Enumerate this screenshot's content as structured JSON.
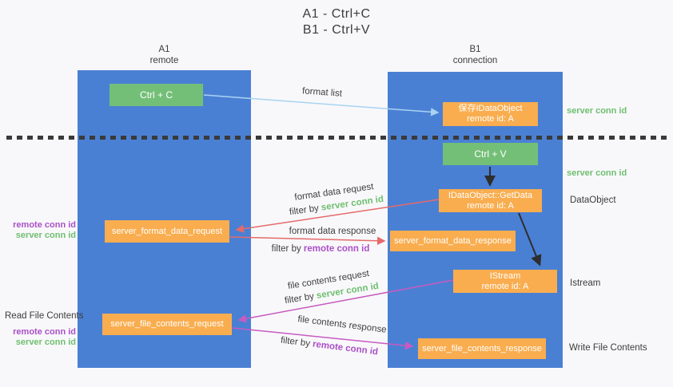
{
  "title": {
    "line1": "A1 - Ctrl+C",
    "line2": "B1 - Ctrl+V"
  },
  "lanes": {
    "left": {
      "name": "A1",
      "role": "remote"
    },
    "right": {
      "name": "B1",
      "role": "connection"
    }
  },
  "nodes": {
    "ctrl_c": {
      "label": "Ctrl + C"
    },
    "ctrl_v": {
      "label": "Ctrl + V"
    },
    "save_idataobject": {
      "line1": "保存IDataObject",
      "line2": "remote id: A"
    },
    "idataobject_getdata": {
      "line1": "IDataObject::GetData",
      "line2": "remote id: A"
    },
    "istream": {
      "line1": "IStream",
      "line2": "remote id: A"
    },
    "server_format_data_request": {
      "label": "server_format_data_request"
    },
    "server_format_data_response": {
      "label": "server_format_data_response"
    },
    "server_file_contents_request": {
      "label": "server_file_contents_request"
    },
    "server_file_contents_response": {
      "label": "server_file_contents_response"
    }
  },
  "messages": {
    "format_list": {
      "label": "format list"
    },
    "format_data_request": {
      "label": "format data request",
      "filter_prefix": "filter by ",
      "filter_key": "server conn id"
    },
    "format_data_response": {
      "label": "format data response",
      "filter_prefix": "filter by ",
      "filter_key": "remote conn id"
    },
    "file_contents_request": {
      "label": "file contents request",
      "filter_prefix": "filter by ",
      "filter_key": "server conn id"
    },
    "file_contents_response": {
      "label": "file contents response",
      "filter_prefix": "filter by ",
      "filter_key": "remote conn id"
    }
  },
  "side_labels": {
    "left_format_ids": {
      "line1": "remote conn id",
      "line2": "server conn id"
    },
    "read_file_contents": "Read File Contents",
    "left_file_ids": {
      "line1": "remote conn id",
      "line2": "server conn id"
    },
    "server_conn_id_top": "server conn id",
    "server_conn_id_mid": "server conn id",
    "dataobject": "DataObject",
    "istream": "Istream",
    "write_file_contents": "Write File Contents"
  },
  "colors": {
    "background": "#f8f8fa",
    "lane_blue": "#4a80d4",
    "node_green": "#74bf77",
    "node_orange": "#f9ad4f",
    "text_dark": "#3c3c3c",
    "text_green": "#6fbf70",
    "text_purple": "#ab4fc8",
    "arrow_blue": "#a9d3f2",
    "arrow_red": "#e66a6a",
    "arrow_magenta": "#c75bc0",
    "arrow_black": "#2e2e2e",
    "divider_dark": "#3a3a3a"
  }
}
